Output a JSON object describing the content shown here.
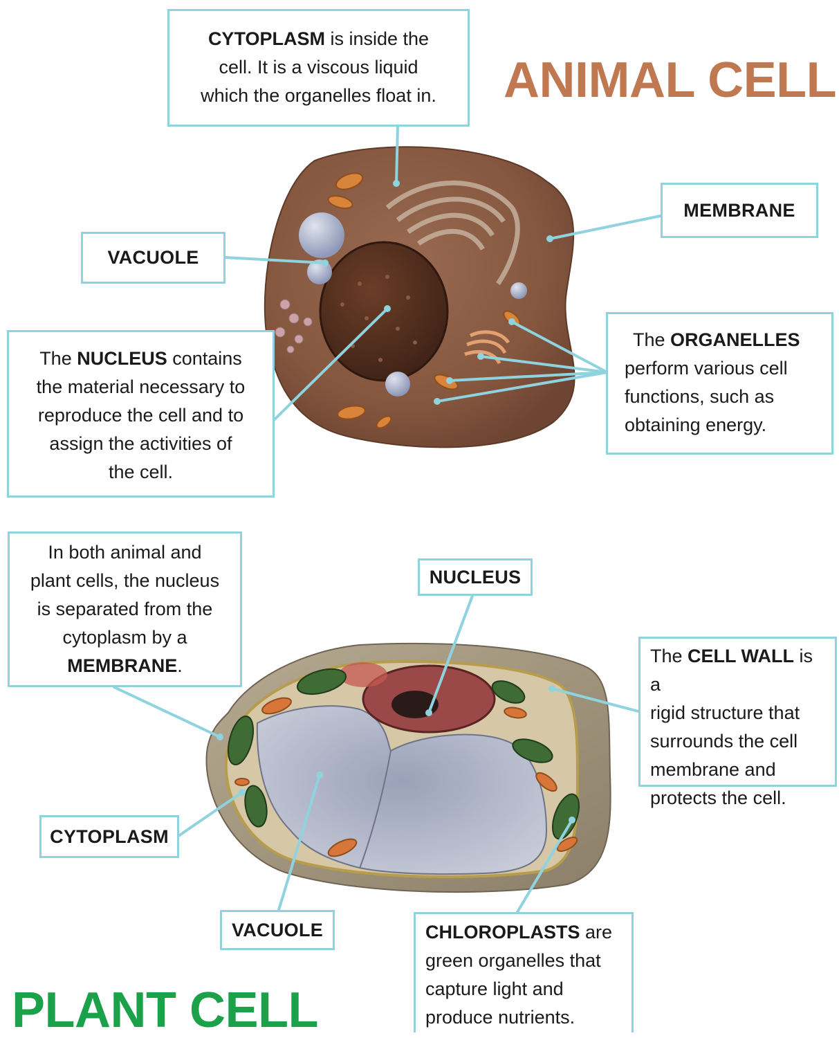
{
  "titles": {
    "animal": "ANIMAL CELL",
    "plant": "PLANT CELL"
  },
  "colors": {
    "animal_title": "#c07850",
    "plant_title": "#1aa14a",
    "box_border": "#8fd3df",
    "leader": "#8fd3df"
  },
  "animal": {
    "cytoplasm": {
      "bold": "CYTOPLASM",
      "line1_rest": " is inside the",
      "line2": "cell. It is a viscous liquid",
      "line3": "which the organelles float in."
    },
    "membrane": {
      "label": "MEMBRANE"
    },
    "vacuole": {
      "label": "VACUOLE"
    },
    "nucleus": {
      "pre": "The ",
      "bold": "NUCLEUS",
      "line1_rest": " contains",
      "line2": "the material necessary to",
      "line3": "reproduce the cell and to",
      "line4": "assign the activities of",
      "line5": "the cell."
    },
    "organelles": {
      "pre": "The ",
      "bold": "ORGANELLES",
      "line2": "perform various cell",
      "line3": "functions, such as",
      "line4": "obtaining energy."
    }
  },
  "plant": {
    "membrane_note": {
      "line1": "In both animal and",
      "line2": "plant cells, the nucleus",
      "line3": "is separated from the",
      "line4": "cytoplasm by a",
      "bold": "MEMBRANE",
      "tail": "."
    },
    "nucleus": {
      "label": "NUCLEUS"
    },
    "cell_wall": {
      "pre": "The ",
      "bold": "CELL WALL",
      "line1_rest": " is a",
      "line2": "rigid structure that",
      "line3": "surrounds the cell",
      "line4": "membrane and",
      "line5": "protects the cell."
    },
    "cytoplasm": {
      "label": "CYTOPLASM"
    },
    "vacuole": {
      "label": "VACUOLE"
    },
    "chloroplasts": {
      "bold": "CHLOROPLASTS",
      "line1_rest": " are",
      "line2": "green organelles that",
      "line3": "capture light and",
      "line4": "produce nutrients."
    }
  }
}
